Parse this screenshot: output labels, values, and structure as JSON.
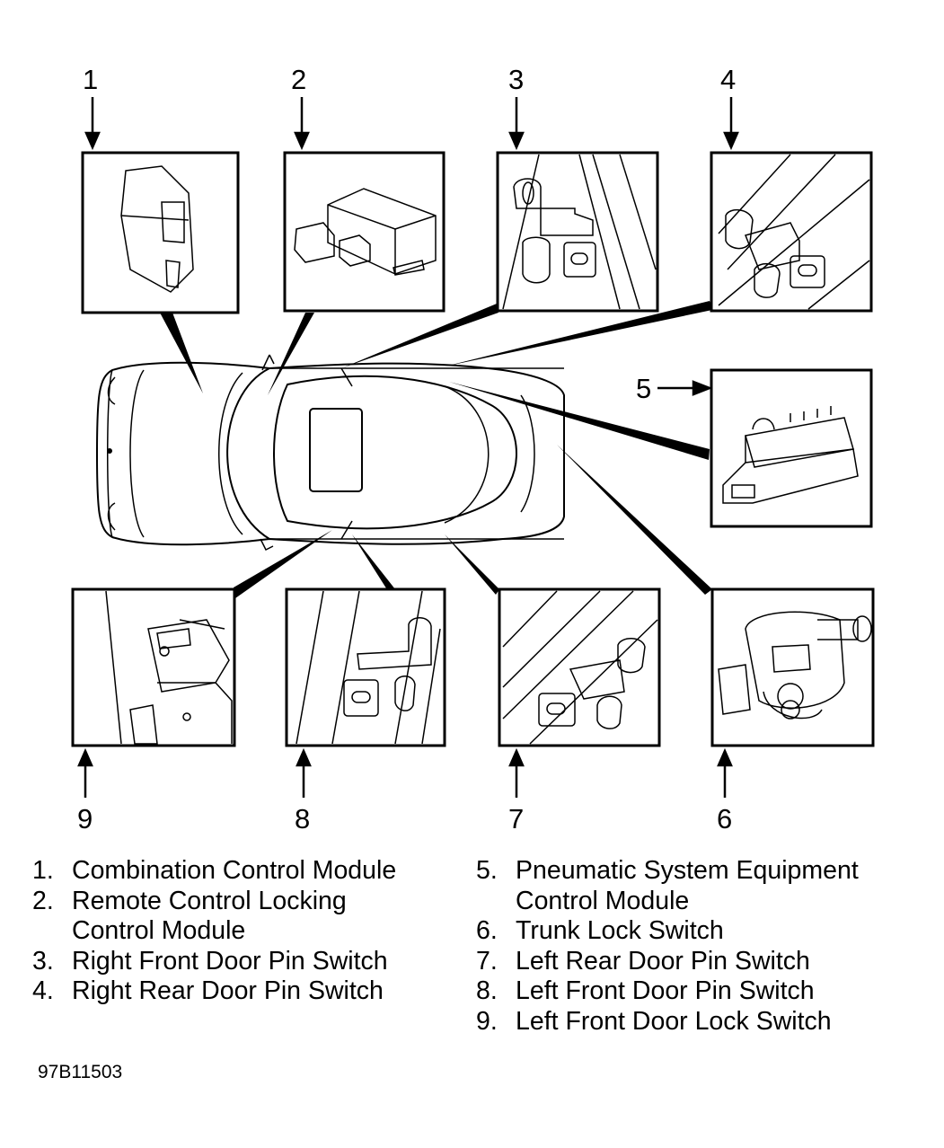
{
  "callouts": [
    "1",
    "2",
    "3",
    "4",
    "5",
    "6",
    "7",
    "8",
    "9"
  ],
  "legend_left": [
    {
      "num": "1.",
      "text": "Combination Control Module"
    },
    {
      "num": "2.",
      "text": "Remote Control Locking\nControl Module"
    },
    {
      "num": "3.",
      "text": "Right Front Door Pin Switch"
    },
    {
      "num": "4.",
      "text": "Right Rear Door Pin Switch"
    }
  ],
  "legend_right": [
    {
      "num": "5.",
      "text": "Pneumatic System Equipment\nControl Module"
    },
    {
      "num": "6.",
      "text": "Trunk Lock Switch"
    },
    {
      "num": "7.",
      "text": "Left Rear Door Pin Switch"
    },
    {
      "num": "8.",
      "text": "Left Front Door Pin Switch"
    },
    {
      "num": "9.",
      "text": "Left Front Door Lock Switch"
    }
  ],
  "figure_code": "97B11503"
}
